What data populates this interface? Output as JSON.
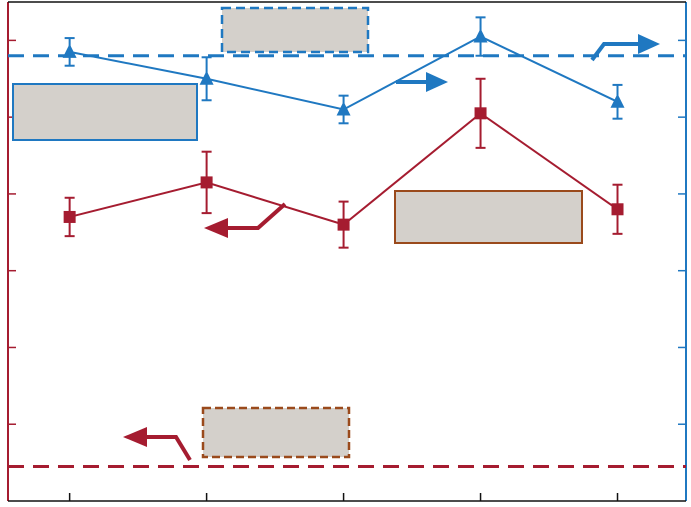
{
  "colors": {
    "left_series": "#a51c30",
    "right_series": "#1f78c1",
    "frame": "#111111",
    "redaction_fill": "#d4d0cb",
    "redaction_border_brown": "#9a4a1c"
  },
  "chart_data": {
    "type": "line",
    "x": [
      1,
      2,
      3,
      4,
      5
    ],
    "xlim": [
      0.55,
      5.5
    ],
    "ylim_left": [
      0,
      6.5
    ],
    "ylim_right": [
      0,
      6.5
    ],
    "grid": false,
    "title": "",
    "xlabel": "",
    "ylabel_left": "",
    "ylabel_right": "",
    "series": [
      {
        "axis": "left",
        "marker": "square",
        "values": [
          3.7,
          4.15,
          3.6,
          5.05,
          3.8
        ],
        "err": [
          0.25,
          0.4,
          0.3,
          0.45,
          0.32
        ]
      },
      {
        "axis": "right",
        "marker": "triangle",
        "values": [
          5.85,
          5.5,
          5.1,
          6.05,
          5.2
        ],
        "err": [
          0.18,
          0.28,
          0.18,
          0.25,
          0.22
        ]
      }
    ],
    "reference_lines": [
      {
        "axis": "left",
        "value": 0.45,
        "style": "dashed"
      },
      {
        "axis": "right",
        "value": 5.8,
        "style": "dashed"
      }
    ],
    "legend": "none"
  }
}
